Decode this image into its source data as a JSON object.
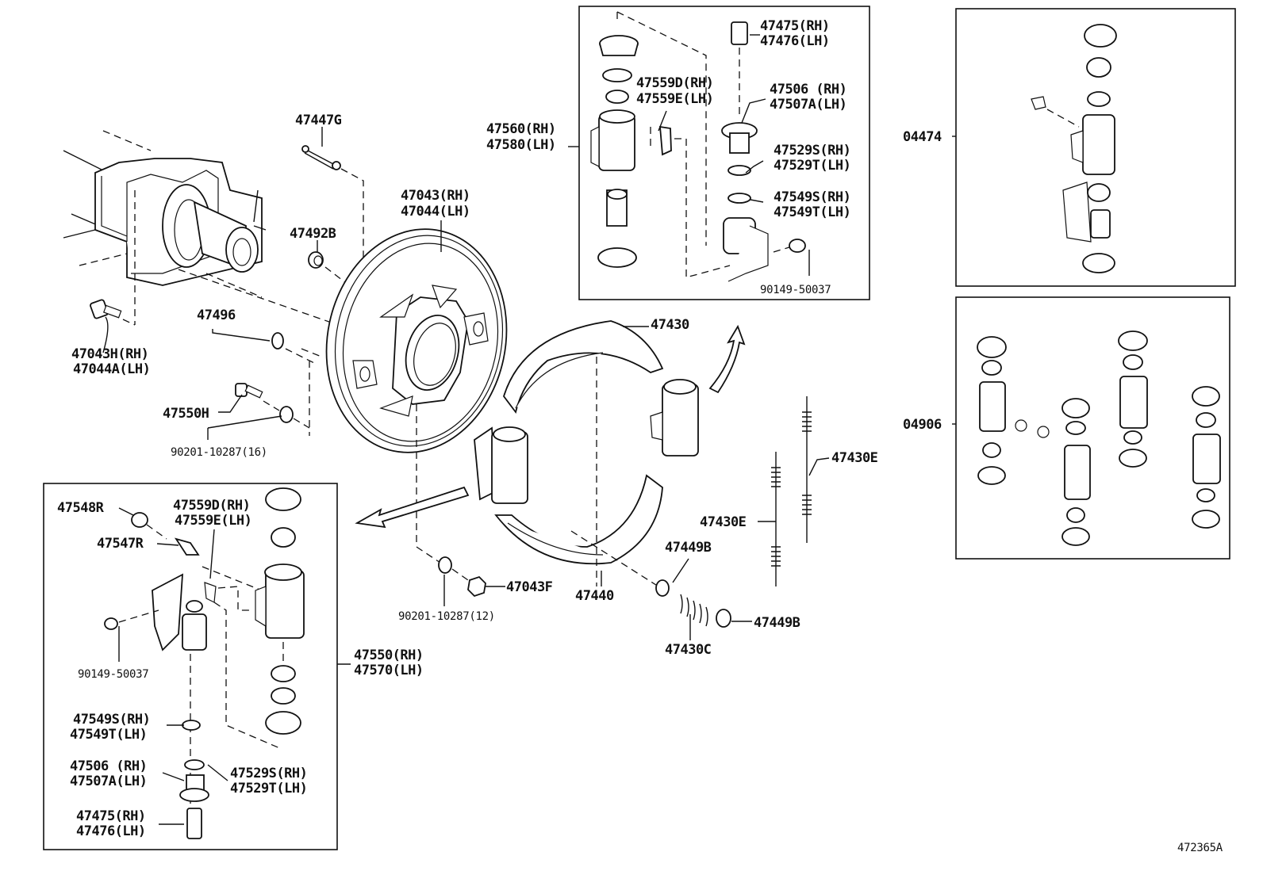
{
  "diagram": {
    "title": "Rear Drum Brake Wheel Cylinder & Backing Plate",
    "figure_number": "472365A",
    "labels": {
      "l47447G": "47447G",
      "l47043RH": "47043(RH)",
      "l47044LH": "47044(LH)",
      "l47492B": "47492B",
      "l47496": "47496",
      "l47043HRH": "47043H(RH)",
      "l47044ALH": "47044A(LH)",
      "l47550H": "47550H",
      "l90201_16": "90201-10287(16)",
      "l47560RH": "47560(RH)",
      "l47580LH": "47580(LH)",
      "t47475RH": "47475(RH)",
      "t47476LH": "47476(LH)",
      "t47559DRH": "47559D(RH)",
      "t47559ELH": "47559E(LH)",
      "t47506RH": "47506  (RH)",
      "t47507ALH": "47507A(LH)",
      "t47529SRH": "47529S(RH)",
      "t47529TLH": "47529T(LH)",
      "t47549SRH": "47549S(RH)",
      "t47549TLH": "47549T(LH)",
      "t90149": "90149-50037",
      "l47430": "47430",
      "l47430E_right": "47430E",
      "l47430E_left": "47430E",
      "l47449B_top": "47449B",
      "l47449B_bottom": "47449B",
      "l47430C": "47430C",
      "l47440": "47440",
      "l47043F": "47043F",
      "l90201_12": "90201-10287(12)",
      "b47548R": "47548R",
      "b47547R": "47547R",
      "b47559DRH": "47559D(RH)",
      "b47559ELH": "47559E(LH)",
      "b90149": "90149-50037",
      "b47550RH": "47550(RH)",
      "b47570LH": "47570(LH)",
      "b47549SRH": "47549S(RH)",
      "b47549TLH": "47549T(LH)",
      "b47506RH": "47506  (RH)",
      "b47507ALH": "47507A(LH)",
      "b47529SRH": "47529S(RH)",
      "b47529TLH": "47529T(LH)",
      "b47475RH": "47475(RH)",
      "b47476LH": "47476(LH)",
      "kit04474": "04474",
      "kit04906": "04906"
    }
  }
}
